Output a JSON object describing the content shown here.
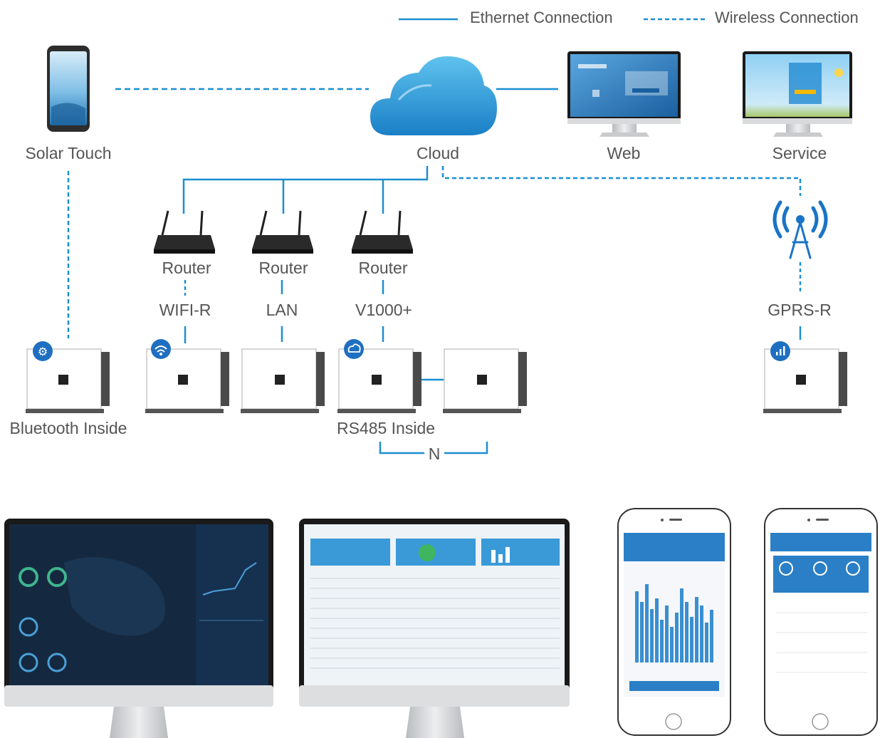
{
  "legend": {
    "ethernet_label": "Ethernet Connection",
    "wireless_label": "Wireless Connection"
  },
  "nodes": {
    "solar_touch": "Solar Touch",
    "cloud": "Cloud",
    "web": "Web",
    "service": "Service",
    "router_1": "Router",
    "router_2": "Router",
    "router_3": "Router",
    "wifi_r": "WIFI-R",
    "lan": "LAN",
    "v1000": "V1000+",
    "gprs_r": "GPRS-R",
    "bluetooth_inside": "Bluetooth Inside",
    "rs485_inside": "RS485 Inside",
    "n_label": "N"
  },
  "colors": {
    "connection": "#1a8fd0",
    "label_text": "#555555",
    "badge": "#1f6fc0",
    "monitor_screen_dark": "#16304f",
    "monitor_screen_light": "#eef3f7"
  }
}
